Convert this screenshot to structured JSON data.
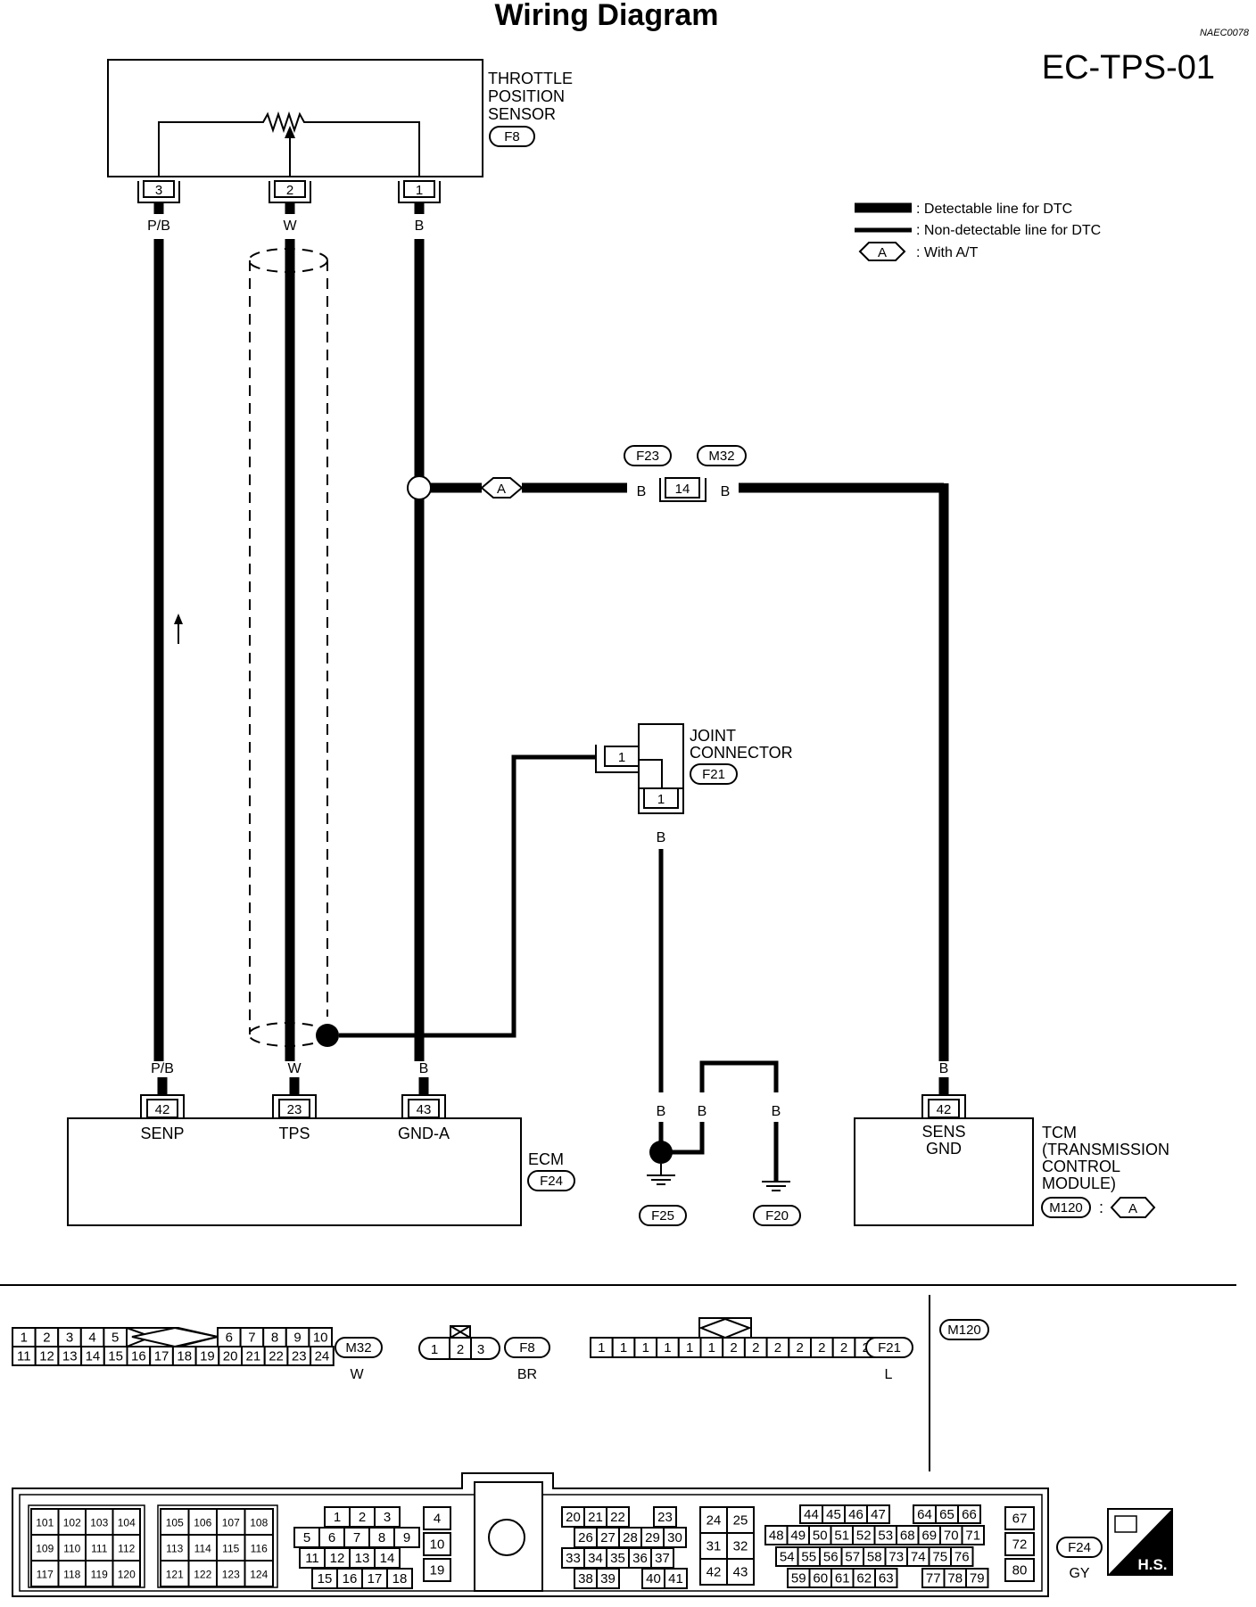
{
  "title": "Wiring Diagram",
  "page_code": "EC-TPS-01",
  "ref_code": "NAEC0078",
  "legend": {
    "detectable": ": Detectable line for DTC",
    "non_detectable": ": Non-detectable line for DTC",
    "with_at_symbol": "A",
    "with_at": ": With A/T"
  },
  "tps": {
    "name_line1": "THROTTLE",
    "name_line2": "POSITION",
    "name_line3": "SENSOR",
    "connector": "F8",
    "pins": [
      "3",
      "2",
      "1"
    ],
    "wire_colors": [
      "P/B",
      "W",
      "B"
    ]
  },
  "inline": {
    "symbol": "A",
    "connector_left": "F23",
    "connector_right": "M32",
    "pin": "14",
    "color_left": "B",
    "color_right": "B"
  },
  "joint": {
    "name_line1": "JOINT",
    "name_line2": "CONNECTOR",
    "connector": "F21",
    "pin_side": "1",
    "pin_bottom": "1",
    "wire_color": "B"
  },
  "grounds": {
    "colors": [
      "B",
      "B",
      "B"
    ],
    "left": "F25",
    "right": "F20"
  },
  "ecm": {
    "name": "ECM",
    "connector": "F24",
    "wire_colors": [
      "P/B",
      "W",
      "B"
    ],
    "pins": [
      "42",
      "23",
      "43"
    ],
    "terminals": [
      "SENP",
      "TPS",
      "GND-A"
    ]
  },
  "tcm": {
    "wire_color": "B",
    "pin": "42",
    "terminal_line1": "SENS",
    "terminal_line2": "GND",
    "name_line1": "TCM",
    "name_line2": "(TRANSMISSION",
    "name_line3": "CONTROL",
    "name_line4": "MODULE)",
    "connector": "M120",
    "colon": ":",
    "symbol": "A"
  },
  "connectors": {
    "m32": {
      "code": "M32",
      "color": "W",
      "row1a": [
        "1",
        "2",
        "3",
        "4",
        "5"
      ],
      "row1b": [
        "6",
        "7",
        "8",
        "9",
        "10"
      ],
      "row2": [
        "11",
        "12",
        "13",
        "14",
        "15",
        "16",
        "17",
        "18",
        "19",
        "20",
        "21",
        "22",
        "23",
        "24"
      ]
    },
    "f8": {
      "code": "F8",
      "color": "BR",
      "pins": [
        "1",
        "2",
        "3"
      ]
    },
    "f21": {
      "code": "F21",
      "color": "L",
      "pins": [
        "1",
        "1",
        "1",
        "1",
        "1",
        "1",
        "2",
        "2",
        "2",
        "2",
        "2",
        "2",
        "2"
      ]
    },
    "m120": {
      "code": "M120"
    },
    "f24": {
      "code": "F24",
      "color": "GY",
      "hs": "H.S.",
      "b1": [
        [
          "101",
          "102",
          "103",
          "104"
        ],
        [
          "109",
          "110",
          "111",
          "112"
        ],
        [
          "117",
          "118",
          "119",
          "120"
        ]
      ],
      "b2": [
        [
          "105",
          "106",
          "107",
          "108"
        ],
        [
          "113",
          "114",
          "115",
          "116"
        ],
        [
          "121",
          "122",
          "123",
          "124"
        ]
      ],
      "b3": [
        [
          "1",
          "2",
          "3"
        ],
        [
          "5",
          "6",
          "7",
          "8",
          "9"
        ],
        [
          "11",
          "12",
          "13",
          "14"
        ],
        [
          "15",
          "16",
          "17",
          "18"
        ]
      ],
      "b4": [
        "4",
        "10",
        "19"
      ],
      "b5": [
        [
          "20",
          "21",
          "22",
          "23"
        ],
        [
          "26",
          "27",
          "28",
          "29",
          "30"
        ],
        [
          "33",
          "34",
          "35",
          "36",
          "37"
        ],
        [
          "38",
          "39",
          "40",
          "41"
        ]
      ],
      "b6": [
        [
          "24",
          "25"
        ],
        [
          "31",
          "32"
        ],
        [
          "42",
          "43"
        ]
      ],
      "b7": [
        [
          "44",
          "45",
          "46",
          "47",
          "64",
          "65",
          "66"
        ],
        [
          "48",
          "49",
          "50",
          "51",
          "52",
          "53",
          "68",
          "69",
          "70",
          "71"
        ],
        [
          "54",
          "55",
          "56",
          "57",
          "58",
          "73",
          "74",
          "75",
          "76"
        ],
        [
          "59",
          "60",
          "61",
          "62",
          "63",
          "77",
          "78",
          "79"
        ]
      ],
      "b8": [
        "67",
        "72",
        "80"
      ]
    }
  }
}
